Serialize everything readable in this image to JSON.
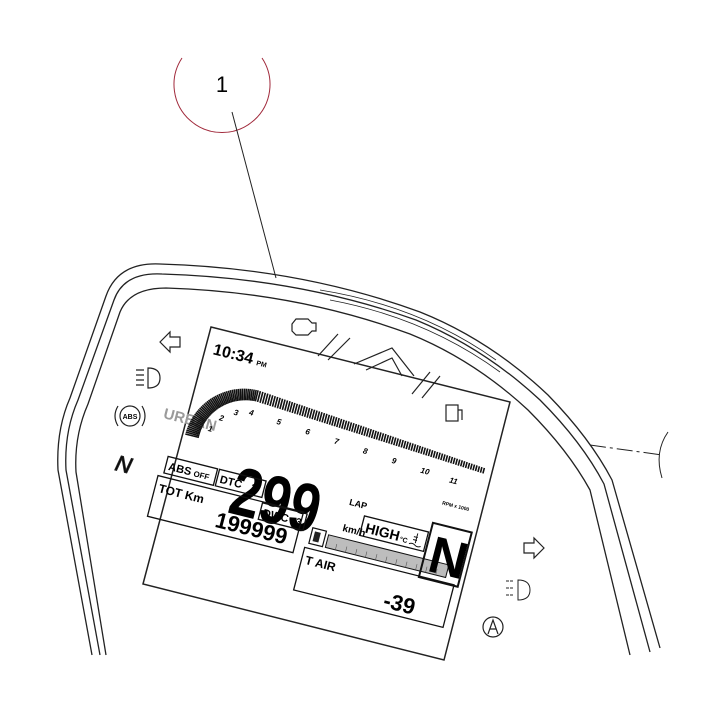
{
  "callout": {
    "number": "1"
  },
  "display": {
    "time": "10:34",
    "time_period": "PM",
    "riding_mode": "URBAN",
    "speed": "299",
    "speed_unit": "km/h",
    "lap_label": "LAP",
    "rpm_unit": "RPM x 1000",
    "rpm_ticks": [
      "1",
      "2",
      "3",
      "4",
      "5",
      "6",
      "7",
      "8",
      "9",
      "10",
      "11"
    ],
    "gear": "N",
    "abs_label": "ABS",
    "abs_value": "OFF",
    "dtc_label": "DTC",
    "dtc_value": "3",
    "dwc_label": "DWC",
    "dwc_value": "3",
    "odometer_label": "TOT Km",
    "odometer_value": "199999",
    "engine_temp": "HIGH",
    "engine_temp_unit": "°C",
    "air_temp_label": "T AIR",
    "air_temp_value": "-39"
  },
  "indicator_letters": {
    "neutral": "N",
    "abs": "ABS"
  },
  "colors": {
    "callout_circle": "#a0283a",
    "line": "#222222",
    "bar_fill": "#bdbdbd"
  },
  "icons": [
    "arrow-left-icon",
    "high-beam-icon",
    "abs-warning-icon",
    "neutral-icon",
    "engine-check-icon",
    "fuel-icon",
    "arrow-right-icon",
    "fog-light-icon",
    "immobilizer-icon"
  ]
}
